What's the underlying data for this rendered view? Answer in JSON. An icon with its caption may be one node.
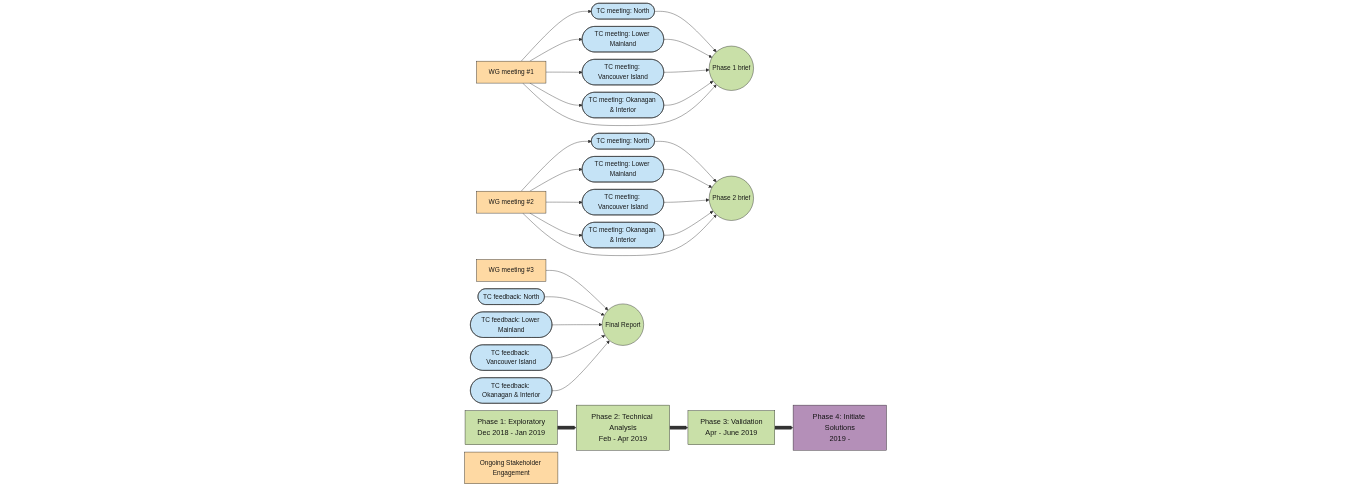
{
  "diagram": {
    "nodes": [
      {
        "text": [
          "Phase 1: Exploratory",
          "Dec 2018 - Jan 2019"
        ]
      },
      {
        "text": [
          "WG meeting #1"
        ]
      },
      {
        "text": [
          "TC meeting: North"
        ]
      },
      {
        "text": [
          "TC meeting: Lower Mainland"
        ]
      },
      {
        "text": [
          "TC meeting: Vancouver Island"
        ]
      },
      {
        "text": [
          "TC meeting: Okanagan & Interior"
        ]
      },
      {
        "text": [
          "Phase 1 brief"
        ]
      },
      {
        "text": [
          "Phase 2: Technical Analysis",
          "Feb - Apr 2019"
        ]
      },
      {
        "text": [
          "WG meeting #2"
        ]
      },
      {
        "text": [
          "TC meeting: North"
        ]
      },
      {
        "text": [
          "TC meeting: Lower Mainland"
        ]
      },
      {
        "text": [
          "TC meeting: Vancouver Island"
        ]
      },
      {
        "text": [
          "TC meeting: Okanagan & Interior"
        ]
      },
      {
        "text": [
          "Phase 2 brief"
        ]
      },
      {
        "text": [
          "Phase 3: Validation",
          "Apr - June 2019"
        ]
      },
      {
        "text": [
          "WG meeting #3"
        ]
      },
      {
        "text": [
          "Final Report"
        ]
      },
      {
        "text": [
          "TC feedback: North"
        ]
      },
      {
        "text": [
          "TC feedback: Lower Mainland"
        ]
      },
      {
        "text": [
          "TC feedback: Vancouver Island"
        ]
      },
      {
        "text": [
          "TC feedback: Okanagan & Interior"
        ]
      },
      {
        "text": [
          "Phase 4: Initiate Solutions",
          "2019 -"
        ]
      },
      {
        "text": [
          "Ongoing Stakeholder Engagement"
        ]
      }
    ],
    "edges": [
      {
        "from": 0,
        "to": 7,
        "arrow": "to",
        "style": "thick"
      },
      {
        "from": 7,
        "to": 14,
        "arrow": "to",
        "style": "thick"
      },
      {
        "from": 14,
        "to": 21,
        "arrow": "to",
        "style": "thick"
      },
      {
        "from": 1,
        "to": 2,
        "arrow": "to"
      },
      {
        "from": 1,
        "to": 3,
        "arrow": "to"
      },
      {
        "from": 1,
        "to": 4,
        "arrow": "to"
      },
      {
        "from": 1,
        "to": 5,
        "arrow": "to"
      },
      {
        "from": 1,
        "to": 6,
        "arrow": "to"
      },
      {
        "from": 2,
        "to": 6,
        "arrow": "to"
      },
      {
        "from": 3,
        "to": 6,
        "arrow": "to"
      },
      {
        "from": 4,
        "to": 6,
        "arrow": "to"
      },
      {
        "from": 5,
        "to": 6,
        "arrow": "to"
      },
      {
        "from": 8,
        "to": 9,
        "arrow": "to"
      },
      {
        "from": 8,
        "to": 10,
        "arrow": "to"
      },
      {
        "from": 8,
        "to": 11,
        "arrow": "to"
      },
      {
        "from": 8,
        "to": 12,
        "arrow": "to"
      },
      {
        "from": 8,
        "to": 13,
        "arrow": "to"
      },
      {
        "from": 9,
        "to": 13,
        "arrow": "to"
      },
      {
        "from": 10,
        "to": 13,
        "arrow": "to"
      },
      {
        "from": 11,
        "to": 13,
        "arrow": "to"
      },
      {
        "from": 12,
        "to": 13,
        "arrow": "to"
      },
      {
        "from": 15,
        "to": 16,
        "arrow": "to"
      },
      {
        "from": 17,
        "to": 16,
        "arrow": "to"
      },
      {
        "from": 18,
        "to": 16,
        "arrow": "to"
      },
      {
        "from": 19,
        "to": 16,
        "arrow": "to"
      },
      {
        "from": 20,
        "to": 16,
        "arrow": "to"
      }
    ]
  }
}
